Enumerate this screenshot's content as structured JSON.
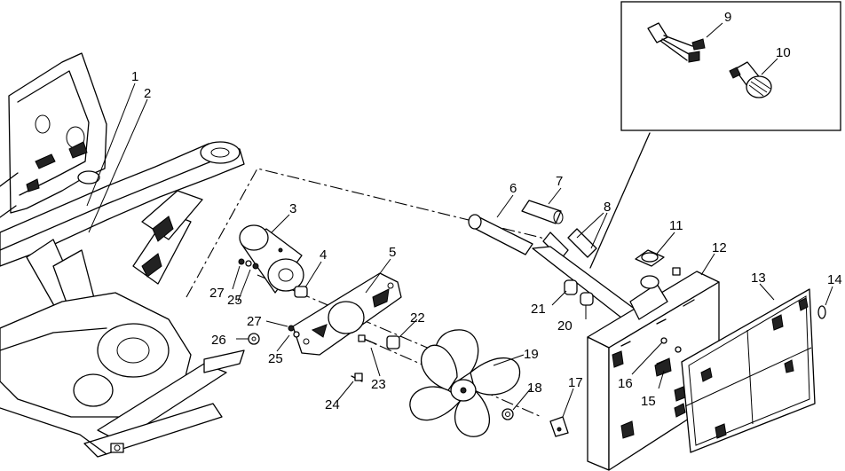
{
  "callouts": [
    "1",
    "2",
    "3",
    "4",
    "5",
    "6",
    "7",
    "8",
    "9",
    "10",
    "11",
    "12",
    "13",
    "14",
    "15",
    "16",
    "17",
    "18",
    "19",
    "20",
    "21",
    "22",
    "23",
    "24",
    "25",
    "25",
    "26",
    "27",
    "27"
  ],
  "inset": {
    "parts": [
      "wire-connector",
      "temperature-switch"
    ]
  }
}
